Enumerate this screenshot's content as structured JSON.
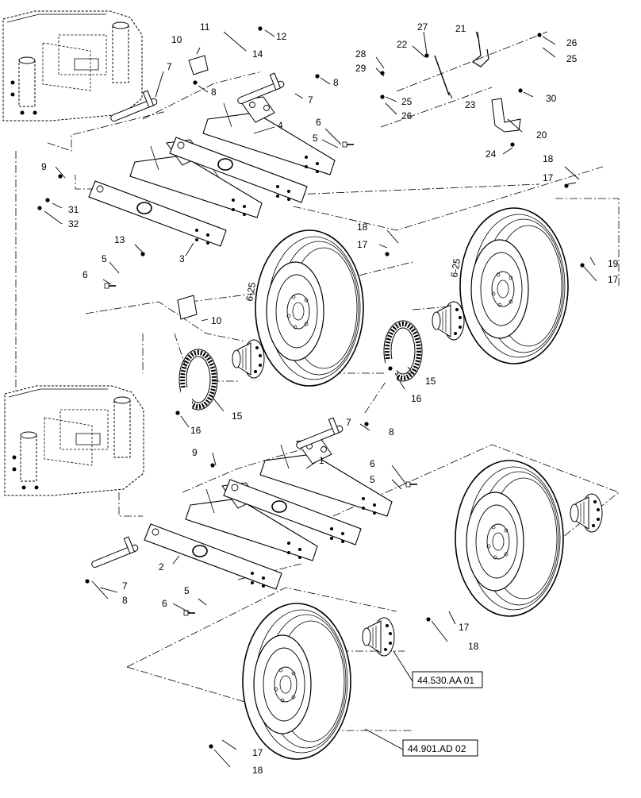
{
  "diagram": {
    "callouts": [
      {
        "id": "c12a",
        "text": "12"
      },
      {
        "id": "c11",
        "text": "11"
      },
      {
        "id": "c14",
        "text": "14"
      },
      {
        "id": "c10a",
        "text": "10"
      },
      {
        "id": "c7a",
        "text": "7"
      },
      {
        "id": "c8a",
        "text": "8"
      },
      {
        "id": "c8b",
        "text": "8"
      },
      {
        "id": "c7b",
        "text": "7"
      },
      {
        "id": "c4",
        "text": "4"
      },
      {
        "id": "c6a",
        "text": "6"
      },
      {
        "id": "c5a",
        "text": "5"
      },
      {
        "id": "c9a",
        "text": "9"
      },
      {
        "id": "c31",
        "text": "31"
      },
      {
        "id": "c32",
        "text": "32"
      },
      {
        "id": "c13",
        "text": "13"
      },
      {
        "id": "c5b",
        "text": "5"
      },
      {
        "id": "c6b",
        "text": "6"
      },
      {
        "id": "c3",
        "text": "3"
      },
      {
        "id": "c10b",
        "text": "10"
      },
      {
        "id": "c15a",
        "text": "15"
      },
      {
        "id": "c16a",
        "text": "16"
      },
      {
        "id": "c27",
        "text": "27"
      },
      {
        "id": "c22",
        "text": "22"
      },
      {
        "id": "c28",
        "text": "28"
      },
      {
        "id": "c29",
        "text": "29"
      },
      {
        "id": "c25a",
        "text": "25"
      },
      {
        "id": "c26a",
        "text": "26"
      },
      {
        "id": "c23",
        "text": "23"
      },
      {
        "id": "c21",
        "text": "21"
      },
      {
        "id": "c26b",
        "text": "26"
      },
      {
        "id": "c25b",
        "text": "25"
      },
      {
        "id": "c30",
        "text": "30"
      },
      {
        "id": "c20",
        "text": "20"
      },
      {
        "id": "c24",
        "text": "24"
      },
      {
        "id": "c18a",
        "text": "18"
      },
      {
        "id": "c17a",
        "text": "17"
      },
      {
        "id": "c18b",
        "text": "18"
      },
      {
        "id": "c17b",
        "text": "17"
      },
      {
        "id": "c19",
        "text": "19"
      },
      {
        "id": "c17c",
        "text": "17"
      },
      {
        "id": "c15b",
        "text": "15"
      },
      {
        "id": "c16b",
        "text": "16"
      },
      {
        "id": "c7c",
        "text": "7"
      },
      {
        "id": "c8c",
        "text": "8"
      },
      {
        "id": "c9b",
        "text": "9"
      },
      {
        "id": "c1",
        "text": "1"
      },
      {
        "id": "c6c",
        "text": "6"
      },
      {
        "id": "c5c",
        "text": "5"
      },
      {
        "id": "c2",
        "text": "2"
      },
      {
        "id": "c7d",
        "text": "7"
      },
      {
        "id": "c8d",
        "text": "8"
      },
      {
        "id": "c5d",
        "text": "5"
      },
      {
        "id": "c6d",
        "text": "6"
      },
      {
        "id": "c17d",
        "text": "17"
      },
      {
        "id": "c18c",
        "text": "18"
      },
      {
        "id": "c17e",
        "text": "17"
      },
      {
        "id": "c18d",
        "text": "18"
      }
    ],
    "references": [
      {
        "id": "ref1",
        "text": "44.530.AA 01"
      },
      {
        "id": "ref2",
        "text": "44.901.AD 02"
      }
    ],
    "tire_marking": "6-25"
  }
}
